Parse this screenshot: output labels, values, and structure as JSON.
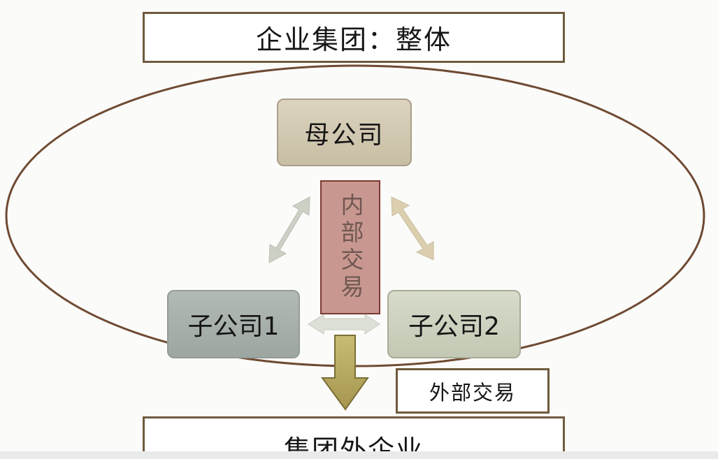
{
  "diagram": {
    "title": "企业集团：整体",
    "parent_company": "母公司",
    "internal_transactions": "内部交易",
    "subsidiary_1": "子公司1",
    "subsidiary_2": "子公司2",
    "external_transactions": "外部交易",
    "external_enterprises": "集团外企业"
  },
  "colors": {
    "outline_brown": "#6f5a3e",
    "parent_fill": "#d3cbb4",
    "subsidiary_1_fill": "#a9b1ac",
    "subsidiary_2_fill": "#cfd4c2",
    "internal_fill": "#c89890",
    "down_arrow_fill": "#b0a35a"
  }
}
